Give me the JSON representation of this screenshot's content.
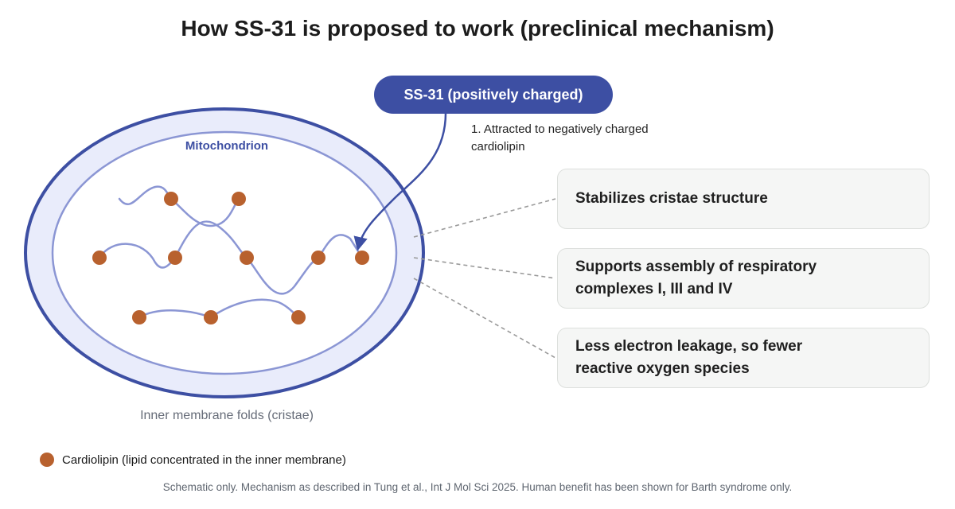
{
  "title": "How SS-31 is proposed to work (preclinical mechanism)",
  "drug_pill": "SS-31 (positively charged)",
  "step1": "1. Attracted to negatively charged cardiolipin",
  "mitochondrion_label": "Mitochondrion",
  "cristae_label": "Inner membrane folds (cristae)",
  "effects": [
    "Stabilizes cristae structure",
    "Supports assembly of respiratory complexes I, III and IV",
    "Less electron leakage, so fewer reactive oxygen species"
  ],
  "legend": {
    "cardiolipin": "Cardiolipin (lipid concentrated in the inner membrane)"
  },
  "footnote": "Schematic only. Mechanism as described in Tung et al., Int J Mol Sci 2025. Human benefit has been shown for Barth syndrome only.",
  "colors": {
    "outer_membrane": "#3d4fa3",
    "inner_membrane": "#8b96d4",
    "matrix_fill": "#e9ecfb",
    "cardiolipin": "#b8612e",
    "pill": "#3d4fa3"
  },
  "icons": {
    "cardiolipin_marker": "filled-circle",
    "arrow": "curved-arrow"
  }
}
